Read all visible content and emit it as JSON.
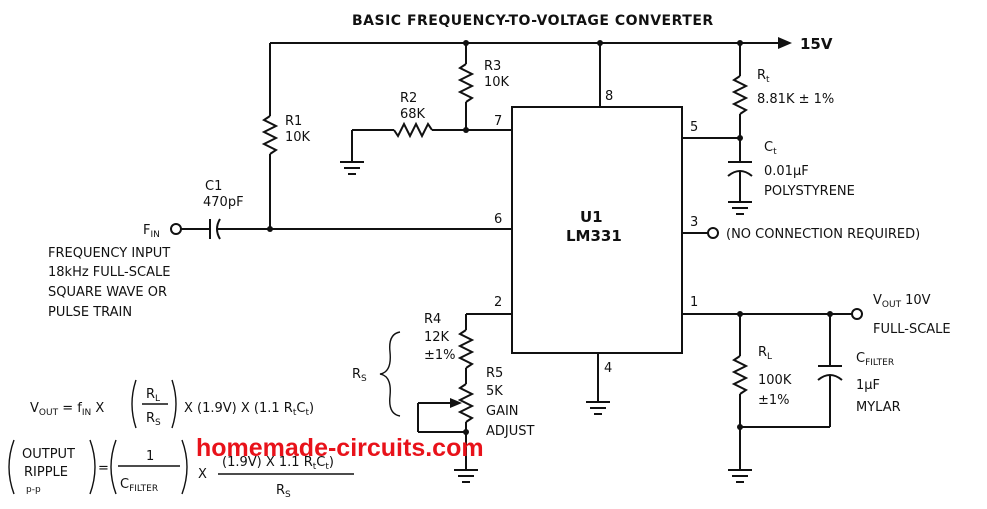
{
  "title": "BASIC FREQUENCY-TO-VOLTAGE CONVERTER",
  "supply": "15V",
  "ic": {
    "ref": "U1",
    "part": "LM331",
    "pins": [
      "8",
      "7",
      "5",
      "6",
      "3",
      "2",
      "1",
      "4"
    ]
  },
  "components": {
    "r1": {
      "ref": "R1",
      "value": "10K"
    },
    "r2": {
      "ref": "R2",
      "value": "68K"
    },
    "r3": {
      "ref": "R3",
      "value": "10K"
    },
    "rt": {
      "ref": "R",
      "sub": "t",
      "value": "8.81K ± 1%"
    },
    "ct": {
      "ref": "C",
      "sub": "t",
      "value": "0.01µF",
      "type": "POLYSTYRENE"
    },
    "c1": {
      "ref": "C1",
      "value": "470pF"
    },
    "r4": {
      "ref": "R4",
      "value": "12K",
      "tol": "±1%"
    },
    "r5": {
      "ref": "R5",
      "value": "5K",
      "note1": "GAIN",
      "note2": "ADJUST"
    },
    "rl": {
      "ref": "R",
      "sub": "L",
      "value": "100K",
      "tol": "±1%"
    },
    "cf": {
      "ref": "C",
      "sub": "FILTER",
      "value": "1µF",
      "type": "MYLAR"
    }
  },
  "labels": {
    "fin": "F",
    "fin_sub": "IN",
    "freq_input": [
      "FREQUENCY INPUT",
      "18kHz FULL-SCALE",
      "SQUARE WAVE OR",
      "PULSE TRAIN"
    ],
    "nc": "(NO CONNECTION REQUIRED)",
    "vout": "V",
    "vout_sub": "OUT",
    "vout_val": "10V",
    "vout_fs": "FULL-SCALE",
    "rs": "R",
    "rs_sub": "S"
  },
  "equations": {
    "vout_lhs": "V",
    "vout_lhs_sub": "OUT",
    "vout_eq": " = f",
    "vout_fin_sub": "IN",
    "times": " X ",
    "rl": "R",
    "rl_sub": "L",
    "rs": "R",
    "rs_sub": "S",
    "term1": "X (1.9V) X (1.1 R",
    "rt_sub": "t",
    "c": "C",
    "ct_sub": "t",
    "close": ")",
    "ripple_line1": "OUTPUT",
    "ripple_line2": "RIPPLE",
    "ripple_line3": "p-p",
    "one": "1",
    "cfilter": "C",
    "cfilter_sub": "FILTER",
    "num2": "(1.9V) X 1.1 R",
    "num2_close": ")",
    "den2": "R",
    "den2_sub": "S"
  },
  "watermark": "homemade-circuits.com",
  "colors": {
    "ink": "#111111",
    "watermark": "#e8121a",
    "background": "#ffffff"
  }
}
